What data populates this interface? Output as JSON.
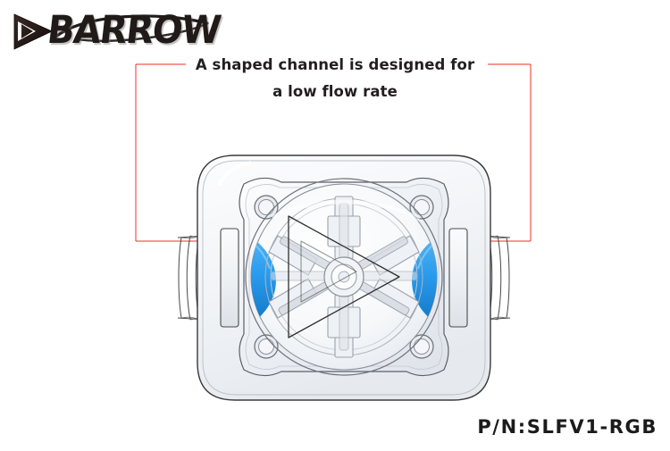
{
  "brand": {
    "name": "BARROW",
    "mark_icon": "triangle-arrow-icon",
    "mark_color": "#2b1f1c",
    "wordmark_color": "#201a18"
  },
  "caption": {
    "line1": "A shaped channel is designed for",
    "line2": "a low flow rate",
    "color": "#231f20"
  },
  "annotation": {
    "color": "#ee3124",
    "shape": "bracket-frame"
  },
  "product": {
    "name": "flow-meter",
    "body_fill": "#f4f6f8",
    "body_stroke": "#3a3a3a",
    "flange_fill": "#e9edf3",
    "window_fill": "#f7f9fb",
    "channel_color_light": "#3aa6ef",
    "channel_color_dark": "#1478c8",
    "impeller_stroke": "#9aa2ab",
    "port_count": 2,
    "screw_count": 4,
    "impeller_blades": 6
  },
  "part_number": {
    "label": "P/N:SLFV1-RGB"
  }
}
